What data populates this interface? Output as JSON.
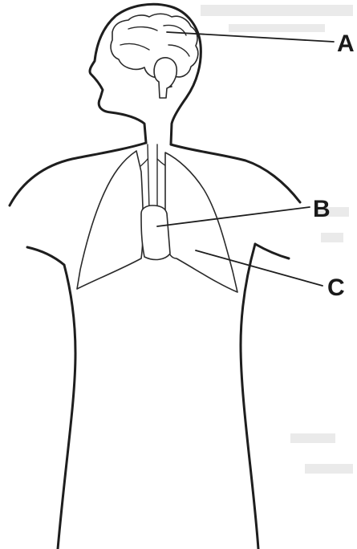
{
  "labels": {
    "a": "A",
    "b": "B",
    "c": "C"
  },
  "parts": {
    "a": "brain",
    "b": "heart",
    "c": "lung"
  }
}
